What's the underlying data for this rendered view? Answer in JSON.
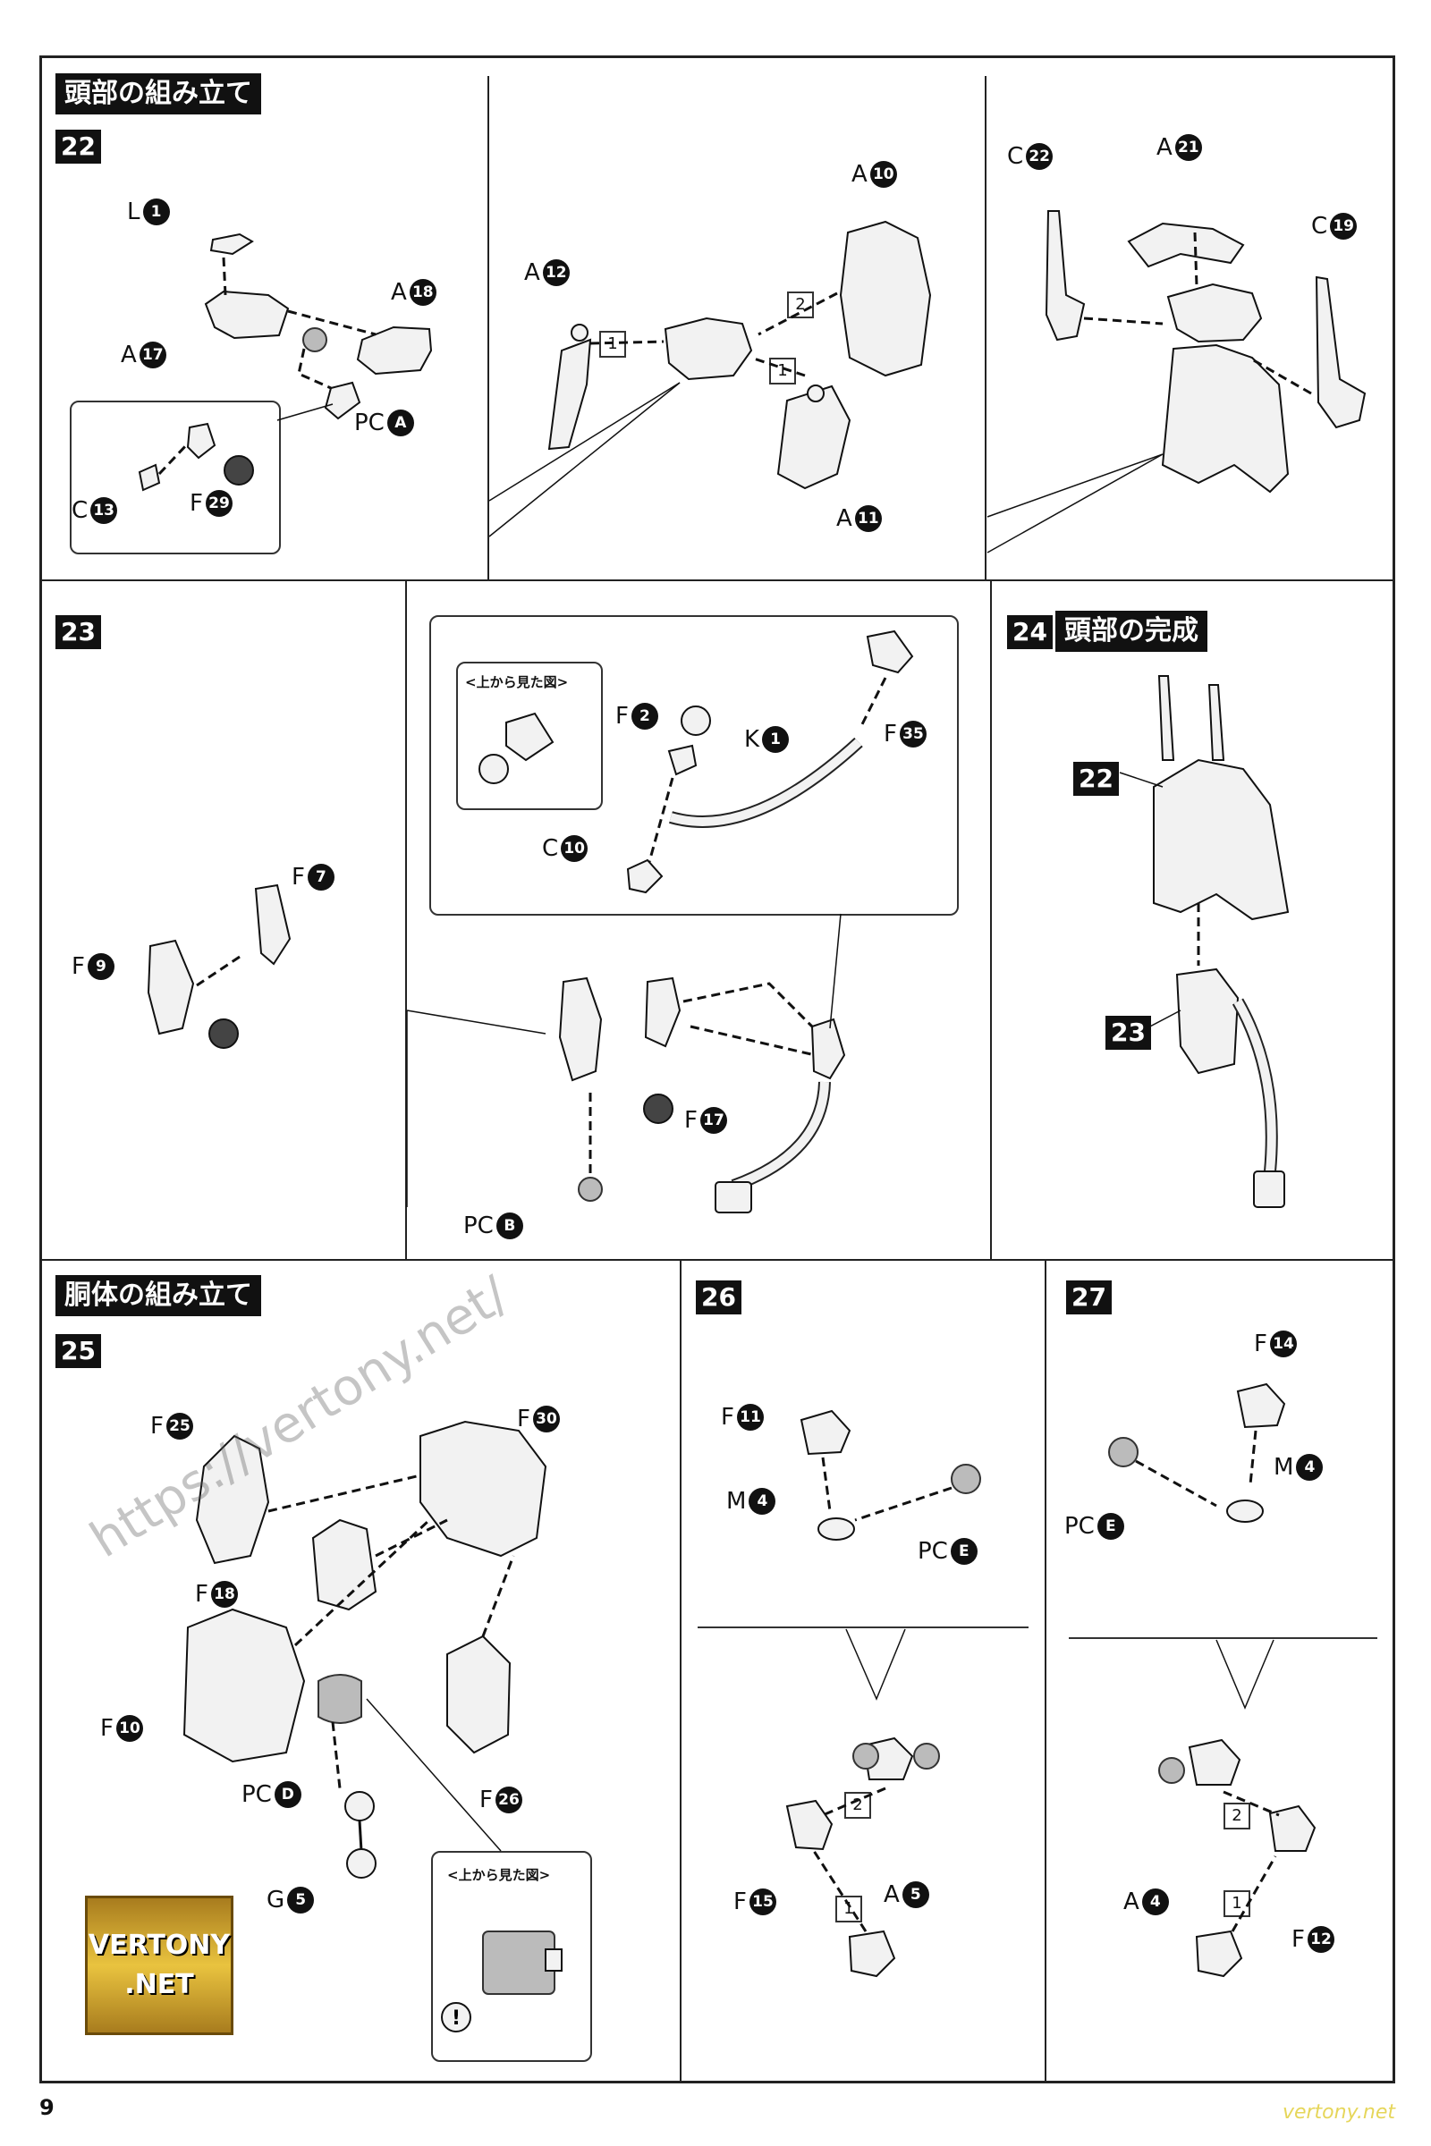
{
  "sections": {
    "head_assembly": "頭部の組み立て",
    "head_complete": "頭部の完成",
    "body_assembly": "胴体の組み立て"
  },
  "steps": {
    "s22": "22",
    "s23": "23",
    "s24": "24",
    "s25": "25",
    "s26": "26",
    "s27": "27"
  },
  "top_view_label": "<上から見た図>",
  "order": {
    "one": "1",
    "two": "2"
  },
  "labels": {
    "step22": [
      {
        "letter": "L",
        "num": "1"
      },
      {
        "letter": "A",
        "num": "18"
      },
      {
        "letter": "A",
        "num": "17"
      },
      {
        "letter": "PC",
        "num": "A"
      },
      {
        "letter": "C",
        "num": "13"
      },
      {
        "letter": "F",
        "num": "29"
      },
      {
        "letter": "A",
        "num": "12"
      },
      {
        "letter": "A",
        "num": "10"
      },
      {
        "letter": "A",
        "num": "11"
      },
      {
        "letter": "C",
        "num": "22"
      },
      {
        "letter": "A",
        "num": "21"
      },
      {
        "letter": "C",
        "num": "19"
      }
    ],
    "step23": [
      {
        "letter": "F",
        "num": "2"
      },
      {
        "letter": "K",
        "num": "1"
      },
      {
        "letter": "F",
        "num": "35"
      },
      {
        "letter": "C",
        "num": "10"
      },
      {
        "letter": "F",
        "num": "7"
      },
      {
        "letter": "F",
        "num": "9"
      },
      {
        "letter": "F",
        "num": "17"
      },
      {
        "letter": "PC",
        "num": "B"
      }
    ],
    "step24": [
      {
        "letter": "",
        "num": "22"
      },
      {
        "letter": "",
        "num": "23"
      }
    ],
    "step25": [
      {
        "letter": "F",
        "num": "25"
      },
      {
        "letter": "F",
        "num": "30"
      },
      {
        "letter": "F",
        "num": "18"
      },
      {
        "letter": "F",
        "num": "10"
      },
      {
        "letter": "PC",
        "num": "D"
      },
      {
        "letter": "F",
        "num": "26"
      },
      {
        "letter": "G",
        "num": "5"
      }
    ],
    "step26": [
      {
        "letter": "F",
        "num": "11"
      },
      {
        "letter": "M",
        "num": "4"
      },
      {
        "letter": "PC",
        "num": "E"
      },
      {
        "letter": "F",
        "num": "15"
      },
      {
        "letter": "A",
        "num": "5"
      }
    ],
    "step27": [
      {
        "letter": "F",
        "num": "14"
      },
      {
        "letter": "M",
        "num": "4"
      },
      {
        "letter": "PC",
        "num": "E"
      },
      {
        "letter": "A",
        "num": "4"
      },
      {
        "letter": "F",
        "num": "12"
      }
    ]
  },
  "logo": {
    "line1": "VERTONY",
    "line2": ".NET"
  },
  "page_number": "9",
  "footer_url": "vertony.net",
  "watermark": "https://vertony.net/"
}
